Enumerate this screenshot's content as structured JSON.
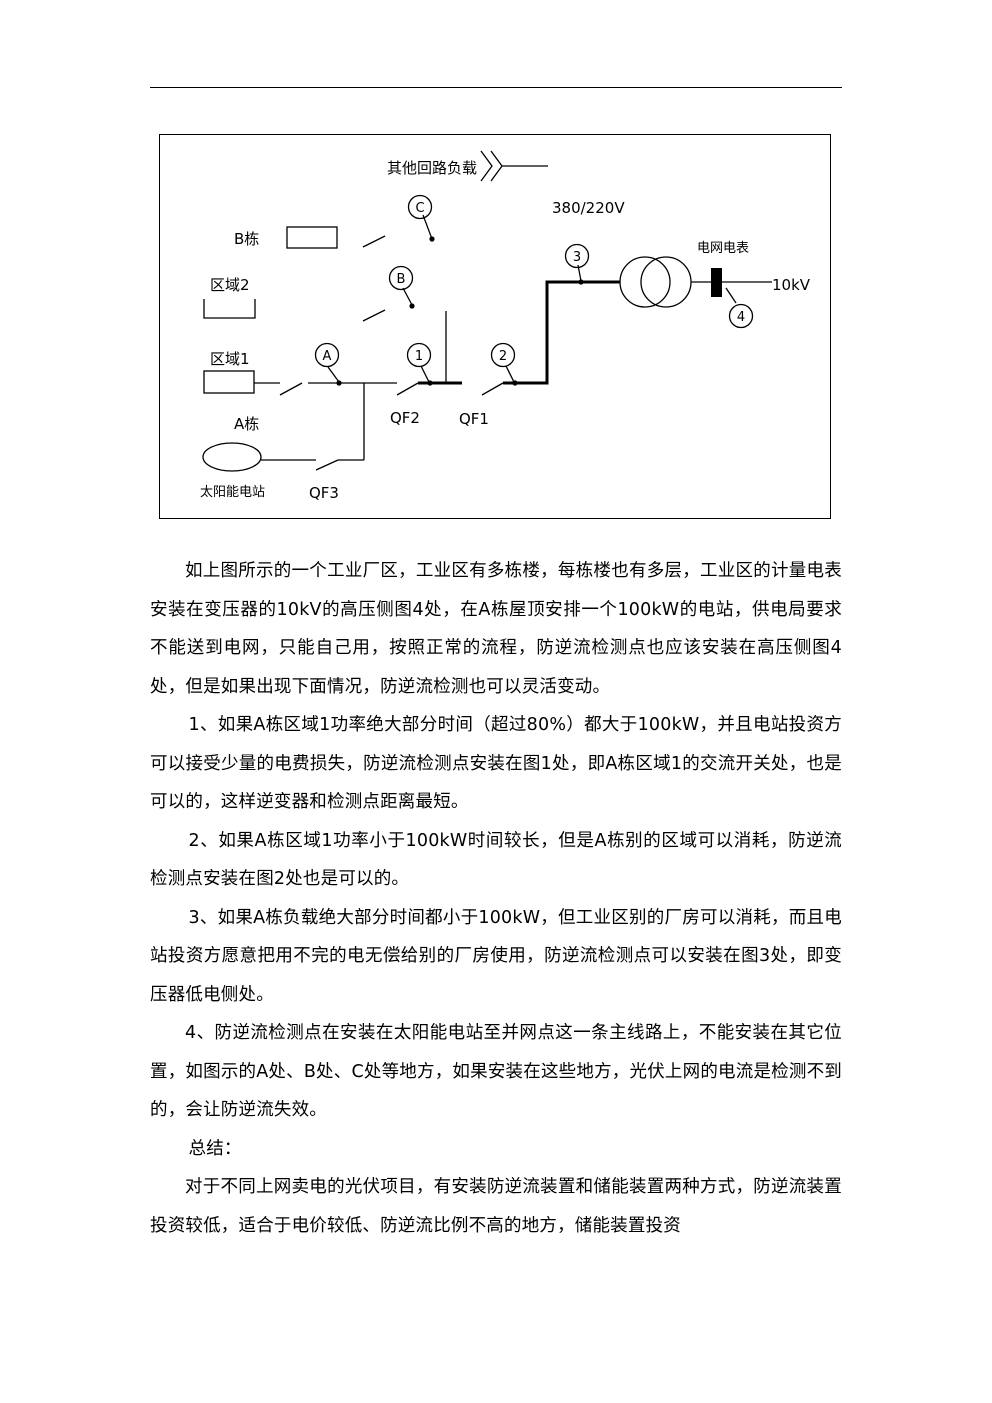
{
  "diagram": {
    "label_long_load": "其他回路负载",
    "label_voltage_low": "380/220V",
    "label_building_b": "B栋",
    "label_zone2": "区域2",
    "label_zone1": "区域1",
    "label_building_a": "A栋",
    "label_solar_station": "太阳能电站",
    "label_meter": "电网电表",
    "label_voltage_high": "10kV",
    "label_qf1": "QF1",
    "label_qf2": "QF2",
    "label_qf3": "QF3",
    "point_a": "A",
    "point_b": "B",
    "point_c": "C",
    "point_1": "1",
    "point_2": "2",
    "point_3": "3",
    "point_4": "4"
  },
  "paragraphs": {
    "intro": "如上图所示的一个工业厂区，工业区有多栋楼，每栋楼也有多层，工业区的计量电表安装在变压器的10kV的高压侧图4处，在A栋屋顶安排一个100kW的电站，供电局要求不能送到电网，只能自己用，按照正常的流程，防逆流检测点也应该安装在高压侧图4处，但是如果出现下面情况，防逆流检测也可以灵活变动。",
    "item1": "1、如果A栋区域1功率绝大部分时间（超过80%）都大于100kW，并且电站投资方可以接受少量的电费损失，防逆流检测点安装在图1处，即A栋区域1的交流开关处，也是可以的，这样逆变器和检测点距离最短。",
    "item2": "2、如果A栋区域1功率小于100kW时间较长，但是A栋别的区域可以消耗，防逆流检测点安装在图2处也是可以的。",
    "item3": "3、如果A栋负载绝大部分时间都小于100kW，但工业区别的厂房可以消耗，而且电站投资方愿意把用不完的电无偿给别的厂房使用，防逆流检测点可以安装在图3处，即变压器低电侧处。",
    "item4": "4、防逆流检测点在安装在太阳能电站至并网点这一条主线路上，不能安装在其它位置，如图示的A处、B处、C处等地方，如果安装在这些地方，光伏上网的电流是检测不到的，会让防逆流失效。",
    "summary_head": "总结：",
    "summary": "对于不同上网卖电的光伏项目，有安装防逆流装置和储能装置两种方式，防逆流装置投资较低，适合于电价较低、防逆流比例不高的地方，储能装置投资"
  }
}
